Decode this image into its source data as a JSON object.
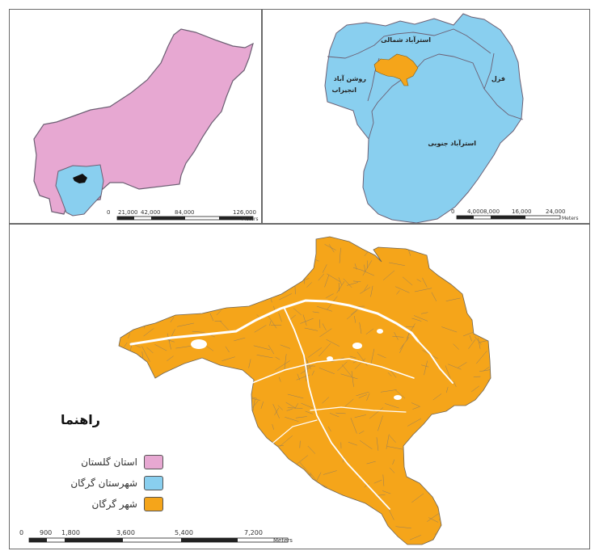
{
  "colors": {
    "province": "#e7a8d2",
    "county": "#89cfef",
    "city": "#f5a51a",
    "border": "#6c5f73",
    "city_lines": "#8a7a64"
  },
  "province_map": {
    "scale_ticks": [
      "0",
      "21,000",
      "42,000",
      "84,000",
      "126,000"
    ],
    "scale_unit": "Meters"
  },
  "county_map": {
    "districts": [
      "استرآباد شمالی",
      "انجیراب",
      "روشن آباد",
      "فزل",
      "استرآباد جنوبی"
    ],
    "scale_ticks": [
      "0",
      "4,000",
      "8,000",
      "16,000",
      "24,000"
    ],
    "scale_unit": "Meters"
  },
  "city_map": {
    "legend": {
      "title": "راهنما",
      "items": [
        {
          "label": "استان گلستان",
          "color": "#e7a8d2"
        },
        {
          "label": "شهرستان گرگان",
          "color": "#89cfef"
        },
        {
          "label": "شهر گرگان",
          "color": "#f5a51a"
        }
      ]
    },
    "scale_ticks": [
      "0",
      "900",
      "1,800",
      "3,600",
      "5,400",
      "7,200"
    ],
    "scale_unit": "Meters"
  }
}
